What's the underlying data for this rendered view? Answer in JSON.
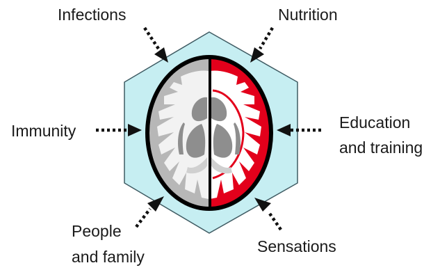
{
  "labels": {
    "infections": "Infections",
    "nutrition": "Nutrition",
    "immunity": "Immunity",
    "education_line1": "Education",
    "education_line2": "and training",
    "people_line1": "People",
    "people_line2": "and family",
    "sensations": "Sensations"
  },
  "colors": {
    "hexagon_fill": "#c6eef2",
    "hexagon_stroke": "#3f5b63",
    "brain_outline": "#000000",
    "left_hemisphere_white_matter": "#f2f2f2",
    "left_hemisphere_gray_matter": "#b7b7b7",
    "right_hemisphere_gray_matter": "#e3001b",
    "right_hemisphere_white_matter": "#ffffff",
    "deep_structures": "#8e8e8e",
    "arrow_color": "#111111"
  },
  "icons": [
    "brain-axial-section-icon",
    "dotted-arrow-icon"
  ]
}
